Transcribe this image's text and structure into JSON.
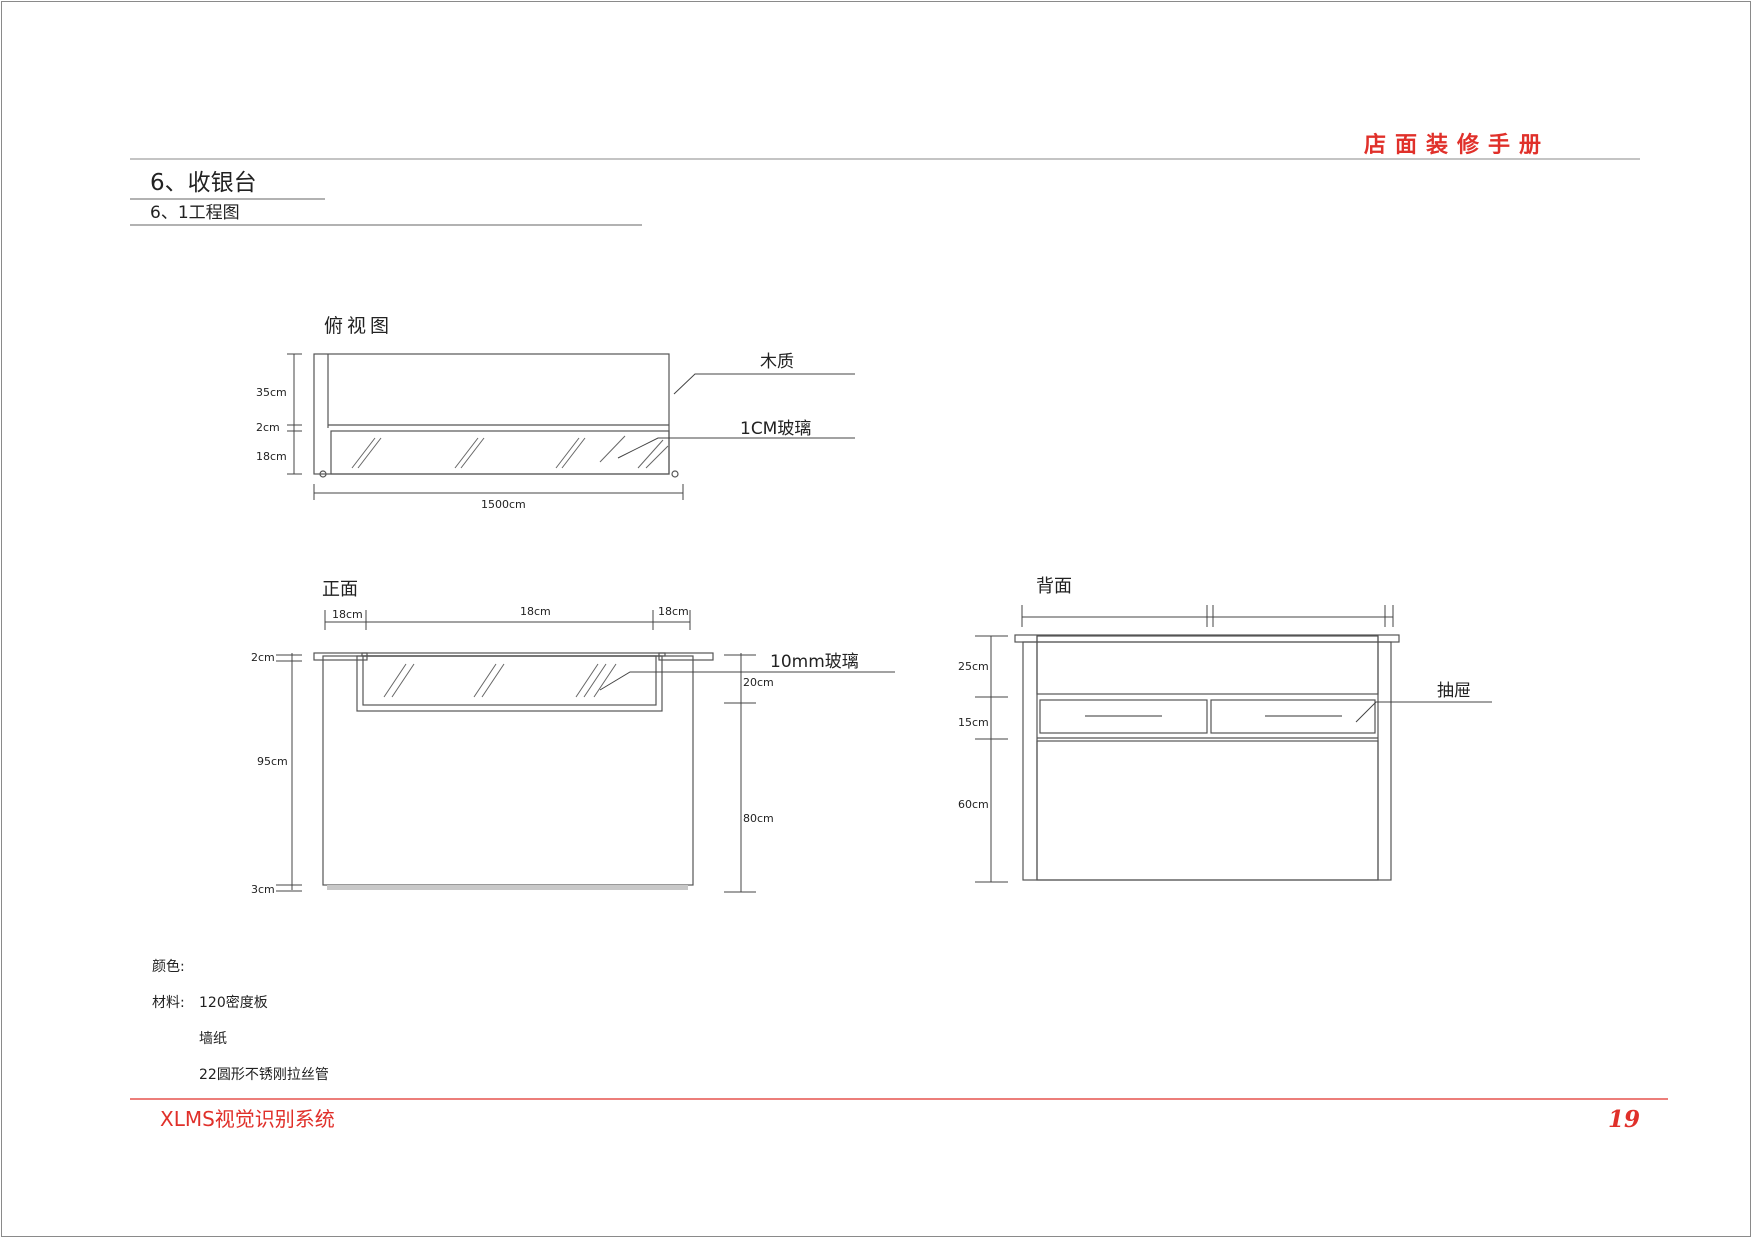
{
  "header": {
    "manual_title": "店面装修手册",
    "section_title": "6、收银台",
    "subsection_title": "6、1工程图"
  },
  "top_view": {
    "title": "俯视图",
    "label_wood": "木质",
    "label_glass": "1CM玻璃",
    "dim_35": "35cm",
    "dim_2": "2cm",
    "dim_18": "18cm",
    "dim_width": "1500cm"
  },
  "front_view": {
    "title": "正面",
    "dim_top_left": "18cm",
    "dim_top_mid": "18cm",
    "dim_top_right": "18cm",
    "dim_2": "2cm",
    "dim_95": "95cm",
    "dim_3": "3cm",
    "dim_20": "20cm",
    "dim_80": "80cm",
    "label_glass": "10mm玻璃"
  },
  "back_view": {
    "title": "背面",
    "dim_25": "25cm",
    "dim_15": "15cm",
    "dim_60": "60cm",
    "label_drawer": "抽屉"
  },
  "materials": {
    "color_label": "颜色:",
    "material_label": "材料:",
    "items": [
      "120密度板",
      "墙纸",
      "22圆形不锈刚拉丝管"
    ]
  },
  "footer": {
    "brand": "XLMS视觉识别系统",
    "page_number": "19"
  },
  "colors": {
    "accent": "#e0302a",
    "rule": "#e0302a",
    "text": "#222222"
  }
}
